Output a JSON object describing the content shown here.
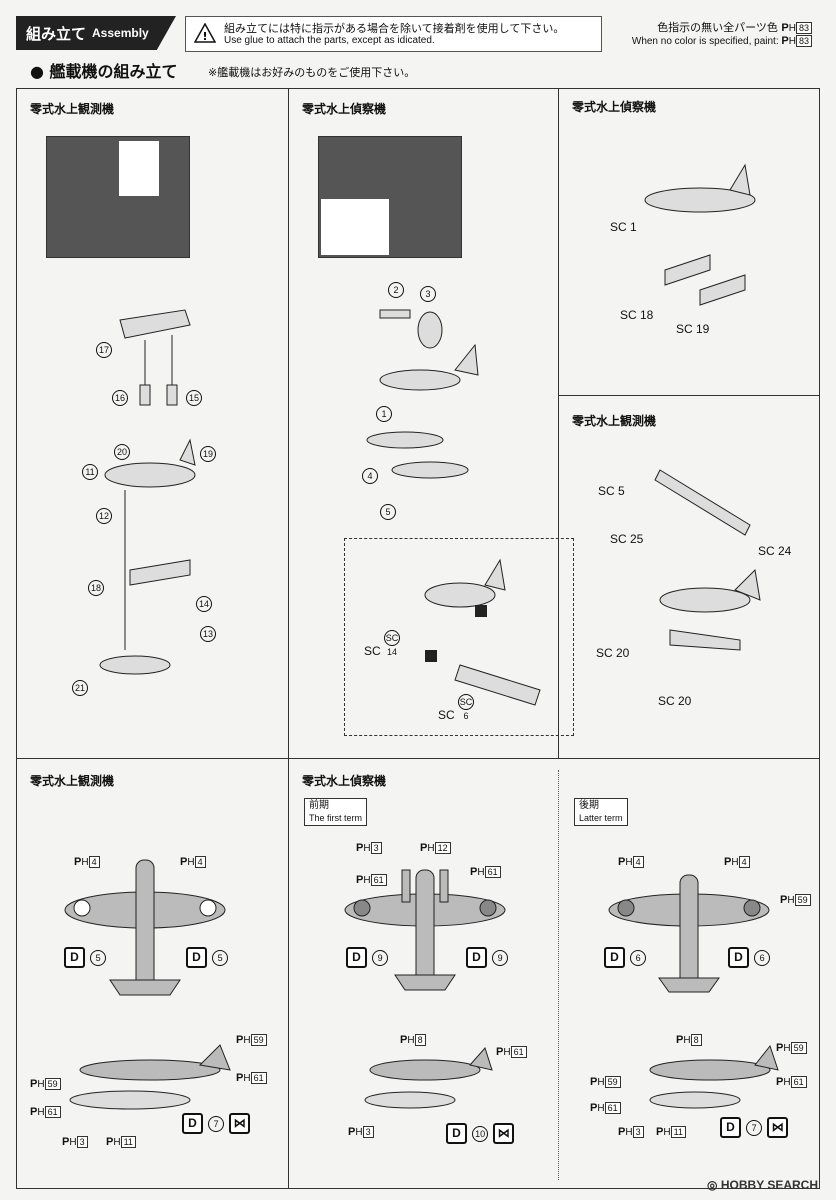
{
  "header": {
    "title_jp": "組み立て",
    "title_en": "Assembly",
    "warning_jp": "組み立てには特に指示がある場合を除いて接着剤を使用して下さい。",
    "warning_en": "Use glue to attach the parts, except as idicated.",
    "color_note_jp": "色指示の無い全パーツ色",
    "color_note_en": "When no color is specified, paint:",
    "color_code_prefix": "H",
    "color_code": "83"
  },
  "section": {
    "title": "● 艦載機の組み立て",
    "note": "※艦載機はお好みのものをご使用下さい。"
  },
  "panels": {
    "top_left": {
      "title": "零式水上観測機",
      "parts": [
        "17",
        "16",
        "15",
        "20",
        "19",
        "11",
        "12",
        "18",
        "14",
        "13",
        "21"
      ]
    },
    "top_mid": {
      "title": "零式水上偵察機",
      "parts": [
        "2",
        "3",
        "1",
        "4",
        "5"
      ],
      "inset_parts": [
        "SC 14",
        "SC 6"
      ]
    },
    "top_right_a": {
      "title": "零式水上偵察機",
      "parts": [
        "SC 1",
        "SC 18",
        "SC 19"
      ]
    },
    "top_right_b": {
      "title": "零式水上観測機",
      "parts": [
        "SC 5",
        "SC 25",
        "SC 24",
        "SC 20",
        "SC 20"
      ]
    },
    "bot_left": {
      "title": "零式水上観測機",
      "top_refs": [
        "4",
        "4"
      ],
      "top_decals": [
        "5",
        "5"
      ],
      "side_refs": [
        "59",
        "61",
        "59",
        "61",
        "3",
        "11"
      ],
      "side_decal": "7"
    },
    "bot_mid": {
      "title": "零式水上偵察機",
      "term_jp": "前期",
      "term_en": "The first term",
      "top_refs": [
        "3",
        "12",
        "61",
        "61"
      ],
      "top_decals": [
        "9",
        "9"
      ],
      "side_refs": [
        "8",
        "61",
        "3"
      ],
      "side_decal": "10"
    },
    "bot_right": {
      "term_jp": "後期",
      "term_en": "Latter term",
      "top_refs": [
        "4",
        "4",
        "59"
      ],
      "top_decals": [
        "6",
        "6"
      ],
      "side_refs": [
        "8",
        "59",
        "59",
        "61",
        "61",
        "3",
        "11"
      ],
      "side_decal": "7"
    }
  },
  "decal_letter": "D",
  "paint_prefix": "H",
  "watermark": "HOBBY SEARCH"
}
